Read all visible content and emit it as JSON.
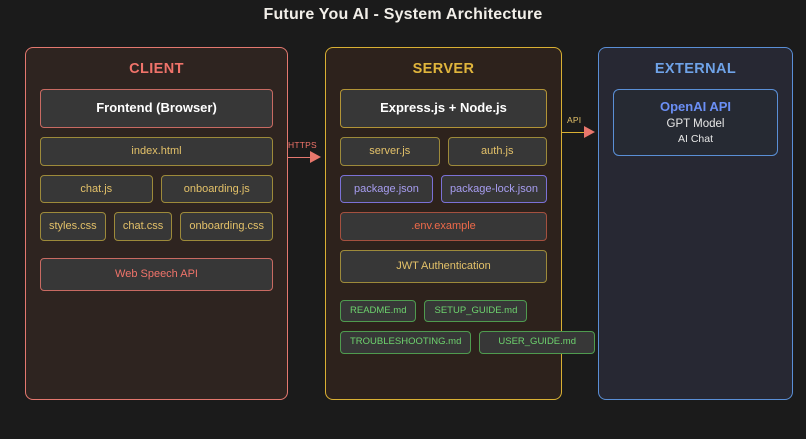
{
  "title": "Future You AI - System Architecture",
  "colors": {
    "background": "#1b1b1b",
    "client_accent": "#f0736a",
    "server_accent": "#e0b53c",
    "external_accent": "#6fa3e8",
    "purple": "#a79df0",
    "green": "#6ed36e",
    "orange": "#ef6a4a"
  },
  "panels": {
    "client": {
      "title": "CLIENT",
      "main_node": "Frontend (Browser)",
      "html_file": "index.html",
      "js_files": [
        "chat.js",
        "onboarding.js"
      ],
      "css_files": [
        "styles.css",
        "chat.css",
        "onboarding.css"
      ],
      "api_node": "Web Speech API"
    },
    "server": {
      "title": "SERVER",
      "main_node": "Express.js + Node.js",
      "source_files": [
        "server.js",
        "auth.js"
      ],
      "package_files": [
        "package.json",
        "package-lock.json"
      ],
      "env_file": ".env.example",
      "auth_node": "JWT Authentication",
      "docs_row1": [
        "README.md",
        "SETUP_GUIDE.md"
      ],
      "docs_row2": [
        "TROUBLESHOOTING.md",
        "USER_GUIDE.md"
      ]
    },
    "external": {
      "title": "EXTERNAL",
      "card": {
        "name": "OpenAI API",
        "model": "GPT Model",
        "feature": "AI Chat"
      }
    }
  },
  "connectors": {
    "client_to_server": "HTTPS",
    "server_to_external": "API"
  }
}
